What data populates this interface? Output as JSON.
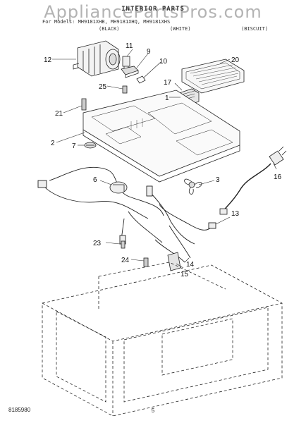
{
  "header": {
    "watermark": "AppliancePartsPros.com",
    "title": "INTERIOR PARTS",
    "models": "For Models: MH9181XHB, MH9181XHQ, MH9181XHS",
    "colors": [
      "(BLACK)",
      "(WHITE)",
      "(BISCUIT)"
    ]
  },
  "callouts": [
    {
      "id": "c1",
      "label": "1"
    },
    {
      "id": "c2",
      "label": "2"
    },
    {
      "id": "c3",
      "label": "3"
    },
    {
      "id": "c6",
      "label": "6"
    },
    {
      "id": "c7",
      "label": "7"
    },
    {
      "id": "c9",
      "label": "9"
    },
    {
      "id": "c10",
      "label": "10"
    },
    {
      "id": "c11",
      "label": "11"
    },
    {
      "id": "c12",
      "label": "12"
    },
    {
      "id": "c13",
      "label": "13"
    },
    {
      "id": "c14",
      "label": "14"
    },
    {
      "id": "c15",
      "label": "15"
    },
    {
      "id": "c16",
      "label": "16"
    },
    {
      "id": "c17",
      "label": "17"
    },
    {
      "id": "c20",
      "label": "20"
    },
    {
      "id": "c21",
      "label": "21"
    },
    {
      "id": "c23",
      "label": "23"
    },
    {
      "id": "c24",
      "label": "24"
    },
    {
      "id": "c25",
      "label": "25"
    }
  ],
  "footer": {
    "doc_number": "8185980",
    "page": "5"
  }
}
